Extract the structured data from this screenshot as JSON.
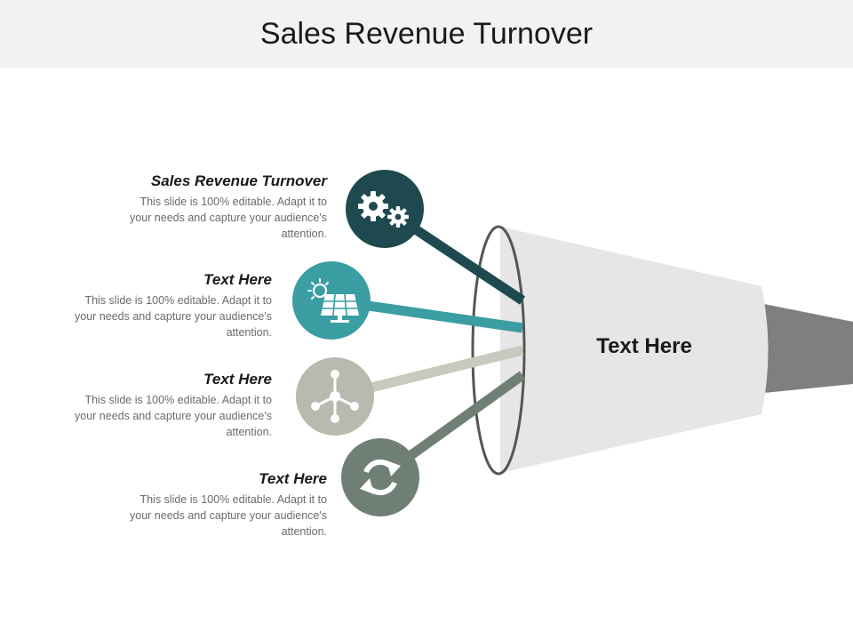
{
  "title": "Sales Revenue Turnover",
  "funnel": {
    "label": "Text Here"
  },
  "items": [
    {
      "heading": "Sales Revenue Turnover",
      "body": "This slide is 100% editable. Adapt it to your needs and capture your audience's attention.",
      "icon": "gears-icon",
      "color": "#1e4a4f"
    },
    {
      "heading": "Text Here",
      "body": "This slide is 100% editable. Adapt it to your needs and capture your audience's attention.",
      "icon": "solar-panel-icon",
      "color": "#3a9ea2"
    },
    {
      "heading": "Text Here",
      "body": "This slide is 100% editable. Adapt it to your needs and capture your audience's attention.",
      "icon": "network-icon",
      "color": "#b9b9b0"
    },
    {
      "heading": "Text Here",
      "body": "This slide is 100% editable. Adapt it to your needs and capture your audience's attention.",
      "icon": "refresh-icon",
      "color": "#6f7f76"
    }
  ]
}
